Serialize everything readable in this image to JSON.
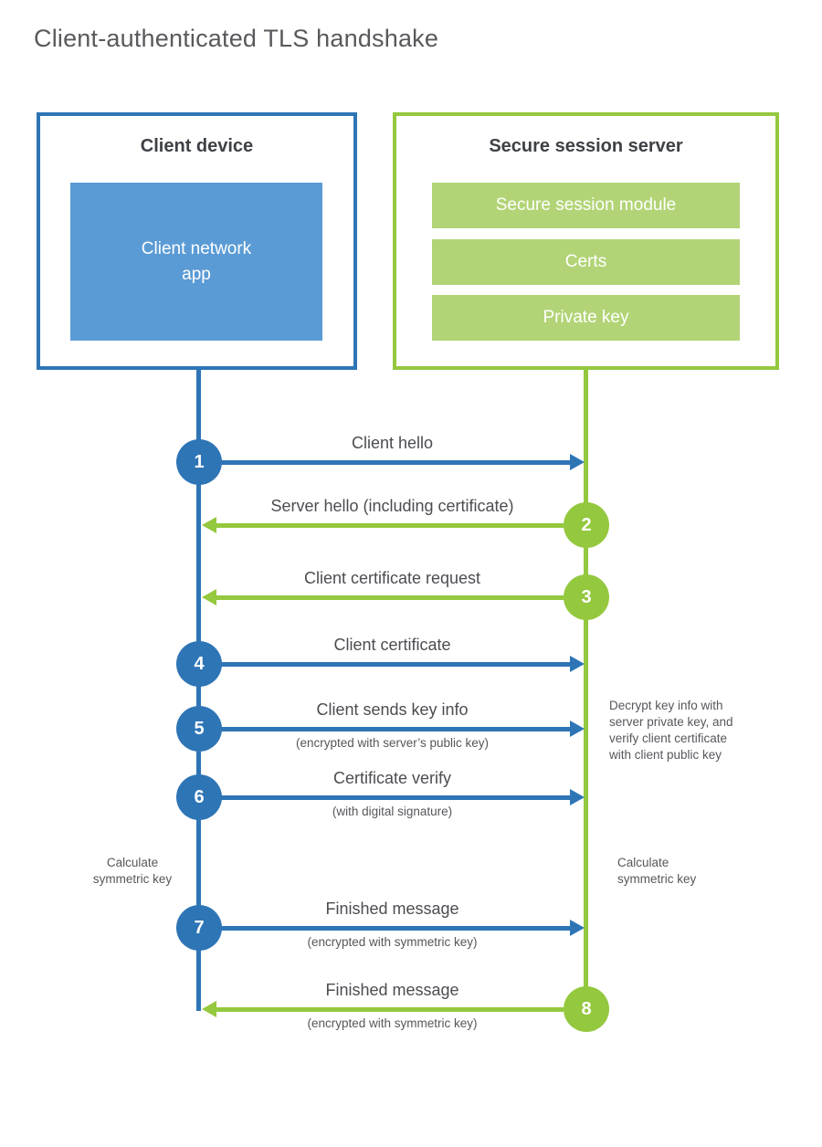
{
  "title": "Client-authenticated TLS handshake",
  "client": {
    "title": "Client device",
    "app": "Client network\napp"
  },
  "server": {
    "title": "Secure session server",
    "modules": [
      "Secure session module",
      "Certs",
      "Private key"
    ]
  },
  "steps": [
    {
      "num": "1",
      "from": "client",
      "label": "Client hello",
      "sublabel": ""
    },
    {
      "num": "2",
      "from": "server",
      "label": "Server hello (including certificate)",
      "sublabel": ""
    },
    {
      "num": "3",
      "from": "server",
      "label": "Client certificate request",
      "sublabel": ""
    },
    {
      "num": "4",
      "from": "client",
      "label": "Client certificate",
      "sublabel": ""
    },
    {
      "num": "5",
      "from": "client",
      "label": "Client sends key info",
      "sublabel": "(encrypted with server’s public key)"
    },
    {
      "num": "6",
      "from": "client",
      "label": "Certificate verify",
      "sublabel": "(with digital signature)"
    },
    {
      "num": "7",
      "from": "client",
      "label": "Finished message",
      "sublabel": "(encrypted with symmetric key)"
    },
    {
      "num": "8",
      "from": "server",
      "label": "Finished message",
      "sublabel": "(encrypted with symmetric key)"
    }
  ],
  "notes": {
    "decrypt": "Decrypt key info with\nserver private key, and\nverify client certificate\nwith client public key",
    "calc_left": "Calculate\nsymmetric key",
    "calc_right": "Calculate\nsymmetric key"
  },
  "colors": {
    "blue": "#2e75b6",
    "blue_fill": "#5b9bd5",
    "green": "#94c83e",
    "green_fill": "#b2d476"
  }
}
